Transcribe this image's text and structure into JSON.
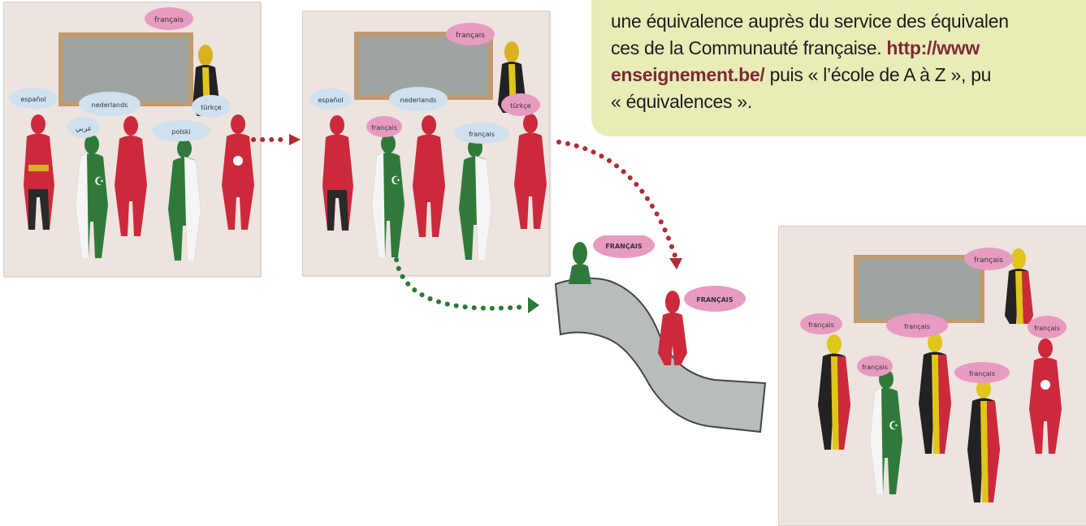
{
  "info_box": {
    "line1": "une équivalence auprès du service des équivalen",
    "line2_text": "ces de la Communauté française.",
    "line2_link": "http://www",
    "line3_link": "enseignement.be/",
    "line3_text": " puis « l’école de A à Z », pu",
    "line4": "« équivalences »."
  },
  "speech_bubbles": {
    "panel1": [
      "français",
      "español",
      "nederlands",
      "türkçe",
      "عربي",
      "polski"
    ],
    "panel2": [
      "français",
      "español",
      "nederlands",
      "türkçe",
      "français",
      "français"
    ],
    "scene": [
      "FRANÇAIS",
      "FRANÇAIS"
    ],
    "panel3": [
      "français",
      "français",
      "français",
      "français",
      "français",
      "français"
    ]
  },
  "colors": {
    "info_background": "#eaecb8",
    "link_color": "#7d2a36",
    "red_dots": "#b22a36",
    "green_dots": "#2a7a35",
    "bubble_pink": "#e79bc0",
    "bubble_blue": "#cfe0ee",
    "figure_red": "#cc2a3c",
    "figure_green": "#2f7a3a",
    "board_gray": "#9ea4a0",
    "board_frame": "#c09a70",
    "ramp_gray": "#b8bdbc"
  },
  "icons": [
    "crescent-star-icon",
    "dotted-arrow-icon"
  ]
}
